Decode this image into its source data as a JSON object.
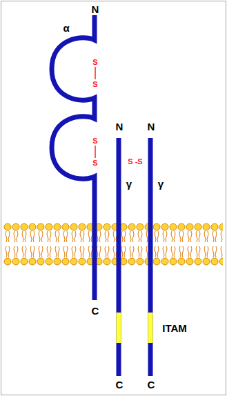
{
  "diagram": {
    "labels": [
      "N",
      "α",
      "S",
      "S",
      "S",
      "S",
      "N",
      "N",
      "S -S",
      "γ",
      "γ",
      "C",
      "ITAM",
      "C",
      "C"
    ]
  }
}
